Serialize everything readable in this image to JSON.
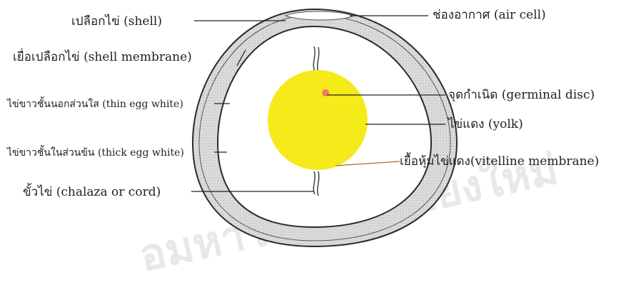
{
  "diagram": {
    "labels": {
      "shell": "เปลือกไข่ (shell)",
      "shell_membrane": "เยื่อเปลือกไข่ (shell membrane)",
      "thin_egg_white": "ไข่ขาวชั้นนอกส่วนใส (thin egg white)",
      "thick_egg_white": "ไข่ขาวชั้นในส่วนข้น (thick egg white)",
      "chalaza": "ขั้วไข่ (chalaza or cord)",
      "air_cell": "ช่องอากาศ (air cell)",
      "germinal_disc": "จุดกำเนิด (germinal disc)",
      "yolk": "ไข่แดง (yolk)",
      "vitelline_membrane": "เยื้อหุ้มไข่แดง(vitelline membrane)"
    },
    "colors": {
      "yolk": "#f5ea1a",
      "germinal_disc": "#f07b6b",
      "shell_fill": "#d8d8d8",
      "outline": "#2a2a2a",
      "watermark": "#e8e8e8"
    },
    "watermark_text": "อมหาวิทยาลัยเชียงใหม่"
  }
}
